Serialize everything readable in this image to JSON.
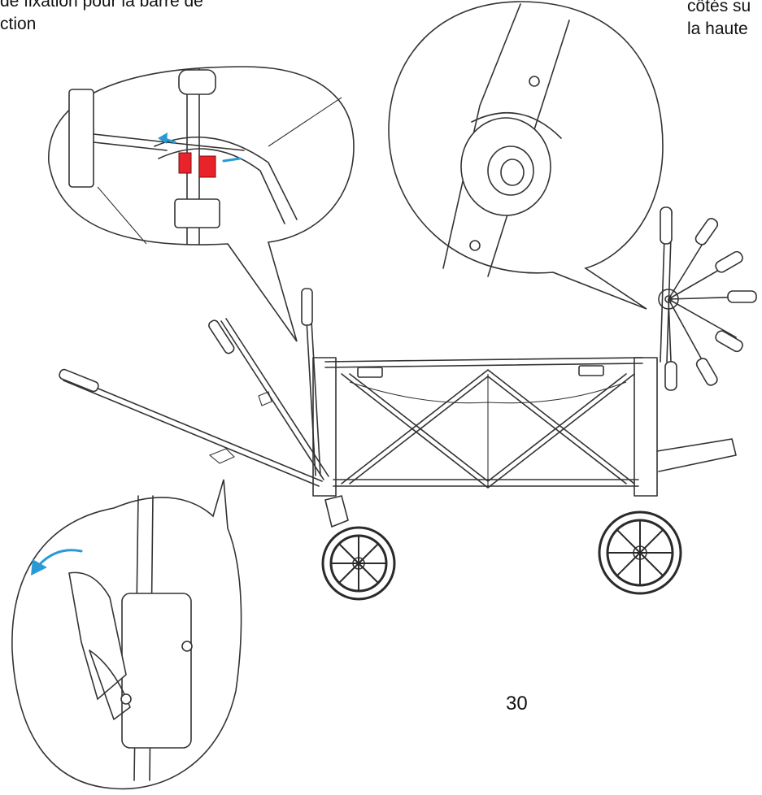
{
  "captions": {
    "left_line1": "de fixation pour la barre de",
    "left_line2": "ction",
    "right_line1": "côtés su",
    "right_line2": "la haute"
  },
  "page": {
    "number": "30"
  },
  "colors": {
    "highlight_red": "#e8232a",
    "arrow_blue": "#2a9ad6",
    "line": "#333333"
  },
  "figures": {
    "main": "folding-wagon-side-view",
    "detail_top_left": "handle-lock-clip-detail",
    "detail_top_right": "hinge-pivot-detail",
    "detail_bottom_left": "handle-latch-release-detail"
  }
}
